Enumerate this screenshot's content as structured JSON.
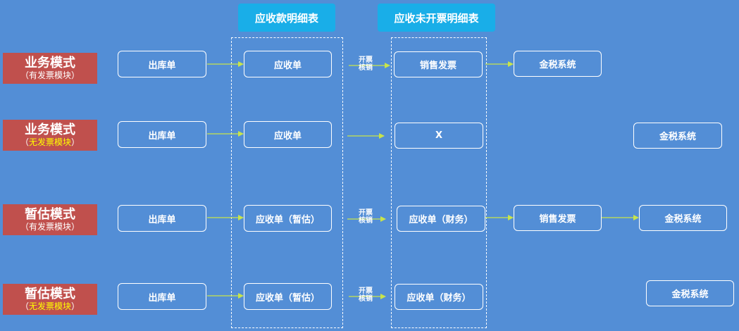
{
  "headers": {
    "receivable_detail": "应收款明细表",
    "uninvoiced_detail": "应收未开票明细表"
  },
  "rows": [
    {
      "mode_title": "业务模式",
      "mode_sub_open": "（",
      "mode_sub_text": "有发票模块",
      "mode_sub_close": "）",
      "sub_highlight": false,
      "outbound": "出库单",
      "receivable": "应收单",
      "arrow_label_line1": "开票",
      "arrow_label_line2": "核销",
      "invoice_col": "销售发票",
      "step4": "金税系统",
      "step5": ""
    },
    {
      "mode_title": "业务模式",
      "mode_sub_open": "（",
      "mode_sub_text": "无发票模块",
      "mode_sub_close": "）",
      "sub_highlight": true,
      "outbound": "出库单",
      "receivable": "应收单",
      "arrow_label_line1": "",
      "arrow_label_line2": "",
      "invoice_col": "X",
      "step4": "",
      "step5": "金税系统"
    },
    {
      "mode_title": "暂估模式",
      "mode_sub_open": "（",
      "mode_sub_text": "有发票模块",
      "mode_sub_close": "）",
      "sub_highlight": false,
      "outbound": "出库单",
      "receivable": "应收单（暂估）",
      "arrow_label_line1": "开票",
      "arrow_label_line2": "核销",
      "invoice_col": "应收单（财务）",
      "step4": "销售发票",
      "step5": "金税系统"
    },
    {
      "mode_title": "暂估模式",
      "mode_sub_open": "（",
      "mode_sub_text": "无发票模块",
      "mode_sub_close": "）",
      "sub_highlight": true,
      "outbound": "出库单",
      "receivable": "应收单（暂估）",
      "arrow_label_line1": "开票",
      "arrow_label_line2": "核销",
      "invoice_col": "应收单（财务）",
      "step4": "",
      "step5": "金税系统"
    }
  ],
  "colors": {
    "background": "#538ed6",
    "header": "#19aee8",
    "mode_box": "#c0504d",
    "arrow": "#c8e44a",
    "highlight_text": "#ffff00"
  }
}
